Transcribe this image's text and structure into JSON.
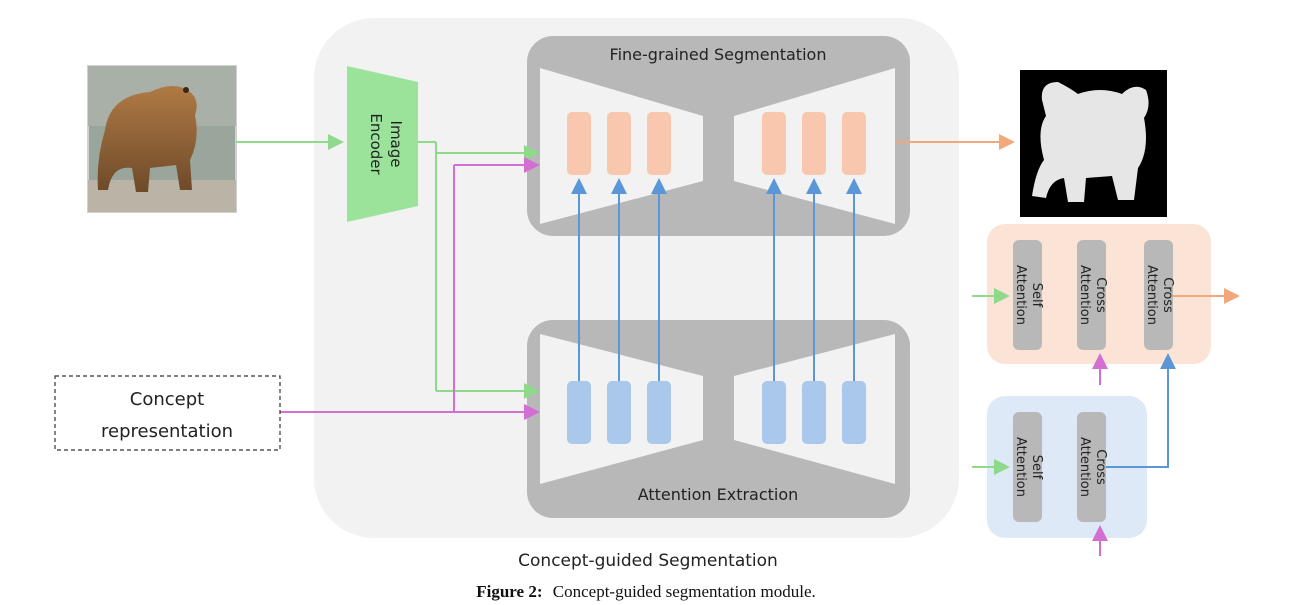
{
  "labels": {
    "image_encoder_line1": "Image",
    "image_encoder_line2": "Encoder",
    "fine_grained": "Fine-grained Segmentation",
    "attention_extraction": "Attention Extraction",
    "concept_line1": "Concept",
    "concept_line2": "representation",
    "concept_guided": "Concept-guided Segmentation",
    "self_attention_line1": "Self",
    "self_attention_line2": "Attention",
    "cross_attention_line1": "Cross",
    "cross_attention_line2": "Attention"
  },
  "caption": {
    "label": "Figure 2:",
    "text": "Concept-guided segmentation module."
  },
  "colors": {
    "green": "#8fd98a",
    "magenta": "#d36fd3",
    "blue": "#5b97d6",
    "orange": "#f0a87c",
    "gray_block": "#b8b8b8",
    "light_panel": "#f2f2f2",
    "fine_block": "#f8c7ad",
    "attn_block": "#a9c8ec",
    "orange_panel": "#fbe3d6",
    "blue_panel": "#dde9f6"
  }
}
